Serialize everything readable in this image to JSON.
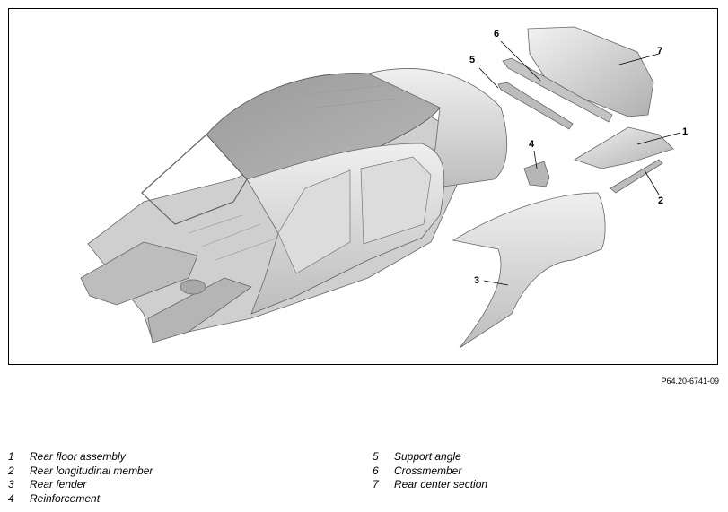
{
  "figure": {
    "reference": "P64.20-6741-09",
    "callouts": [
      "1",
      "2",
      "3",
      "4",
      "5",
      "6",
      "7"
    ]
  },
  "legend": {
    "left": [
      {
        "num": "1",
        "text": "Rear floor assembly"
      },
      {
        "num": "2",
        "text": "Rear longitudinal member"
      },
      {
        "num": "3",
        "text": "Rear fender"
      },
      {
        "num": "4",
        "text": "Reinforcement"
      }
    ],
    "right": [
      {
        "num": "5",
        "text": "Support angle"
      },
      {
        "num": "6",
        "text": "Crossmember"
      },
      {
        "num": "7",
        "text": "Rear center section"
      }
    ]
  },
  "colors": {
    "body_light": "#e6e6e6",
    "body_mid": "#c8c8c8",
    "body_dark": "#8f8f8f",
    "roof": "#a9a9a9",
    "outline": "#555555"
  }
}
